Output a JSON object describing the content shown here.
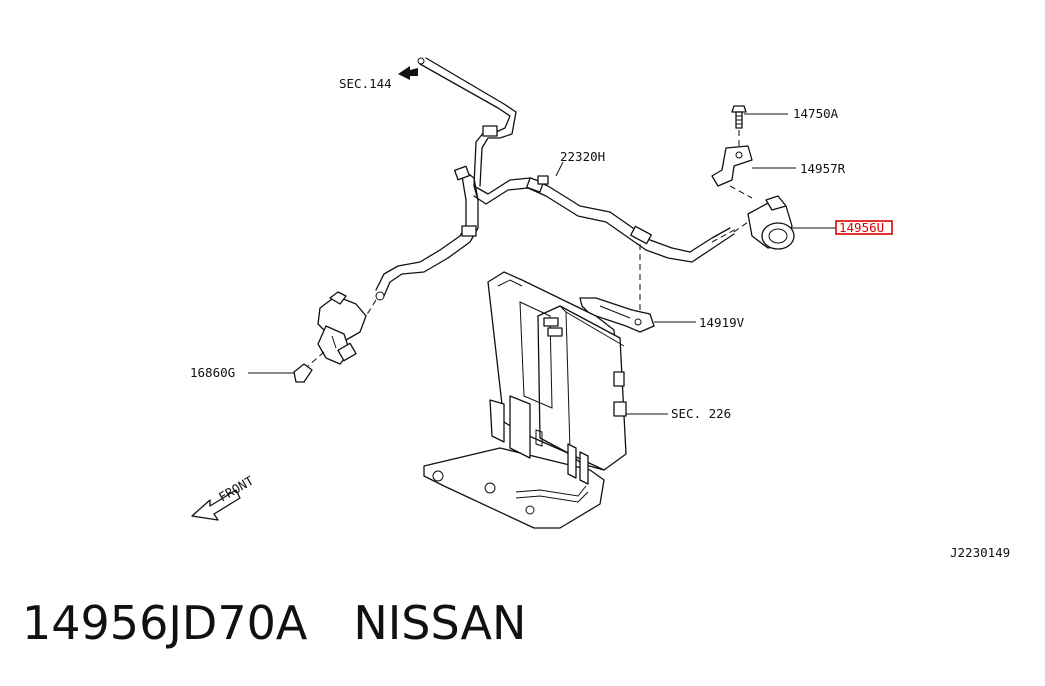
{
  "labels": {
    "sec144": "SEC.144",
    "p22320h": "22320H",
    "p14750a": "14750A",
    "p14957r": "14957R",
    "p14956u": "14956U",
    "p14919v": "14919V",
    "p16860g": "16860G",
    "sec226": "SEC. 226",
    "front": "FRONT",
    "diagram_id": "J2230149"
  },
  "highlight_color": "#e00000",
  "caption": {
    "part_number": "14956JD70A",
    "brand": "NISSAN"
  }
}
